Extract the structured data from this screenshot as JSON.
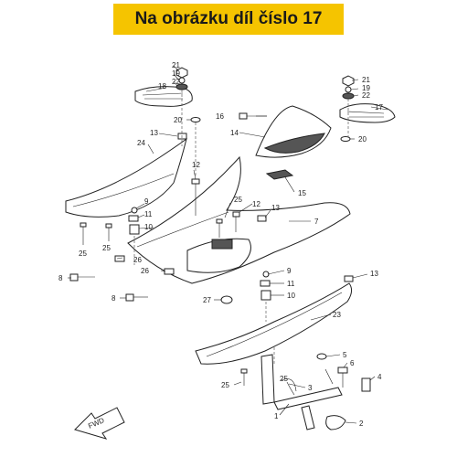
{
  "banner": {
    "text": "Na obrázku díl číslo 17",
    "color": "#f5c400"
  },
  "callouts": {
    "c21a": "21",
    "c19a": "19",
    "c22a": "22",
    "c18": "18",
    "c20a": "20",
    "c13a": "13",
    "c24": "24",
    "c12a": "12",
    "c9a": "9",
    "c11a": "11",
    "c10a": "10",
    "c25a": "25",
    "c25b": "25",
    "c26": "26",
    "c8a": "8",
    "c8b": "8",
    "c25c": "25",
    "c12b": "12",
    "c13b": "13",
    "c16": "16",
    "c14": "14",
    "c15": "15",
    "c7": "7",
    "c21b": "21",
    "c19b": "19",
    "c22b": "22",
    "c17": "17",
    "c20b": "20",
    "c9b": "9",
    "c11b": "11",
    "c10b": "10",
    "c27": "27",
    "c13c": "13",
    "c23": "23",
    "c5": "5",
    "c6": "6",
    "c4": "4",
    "c3": "3",
    "c25d": "25",
    "c25e": "25",
    "c1": "1",
    "c2": "2"
  },
  "fwd_label": "FWD"
}
